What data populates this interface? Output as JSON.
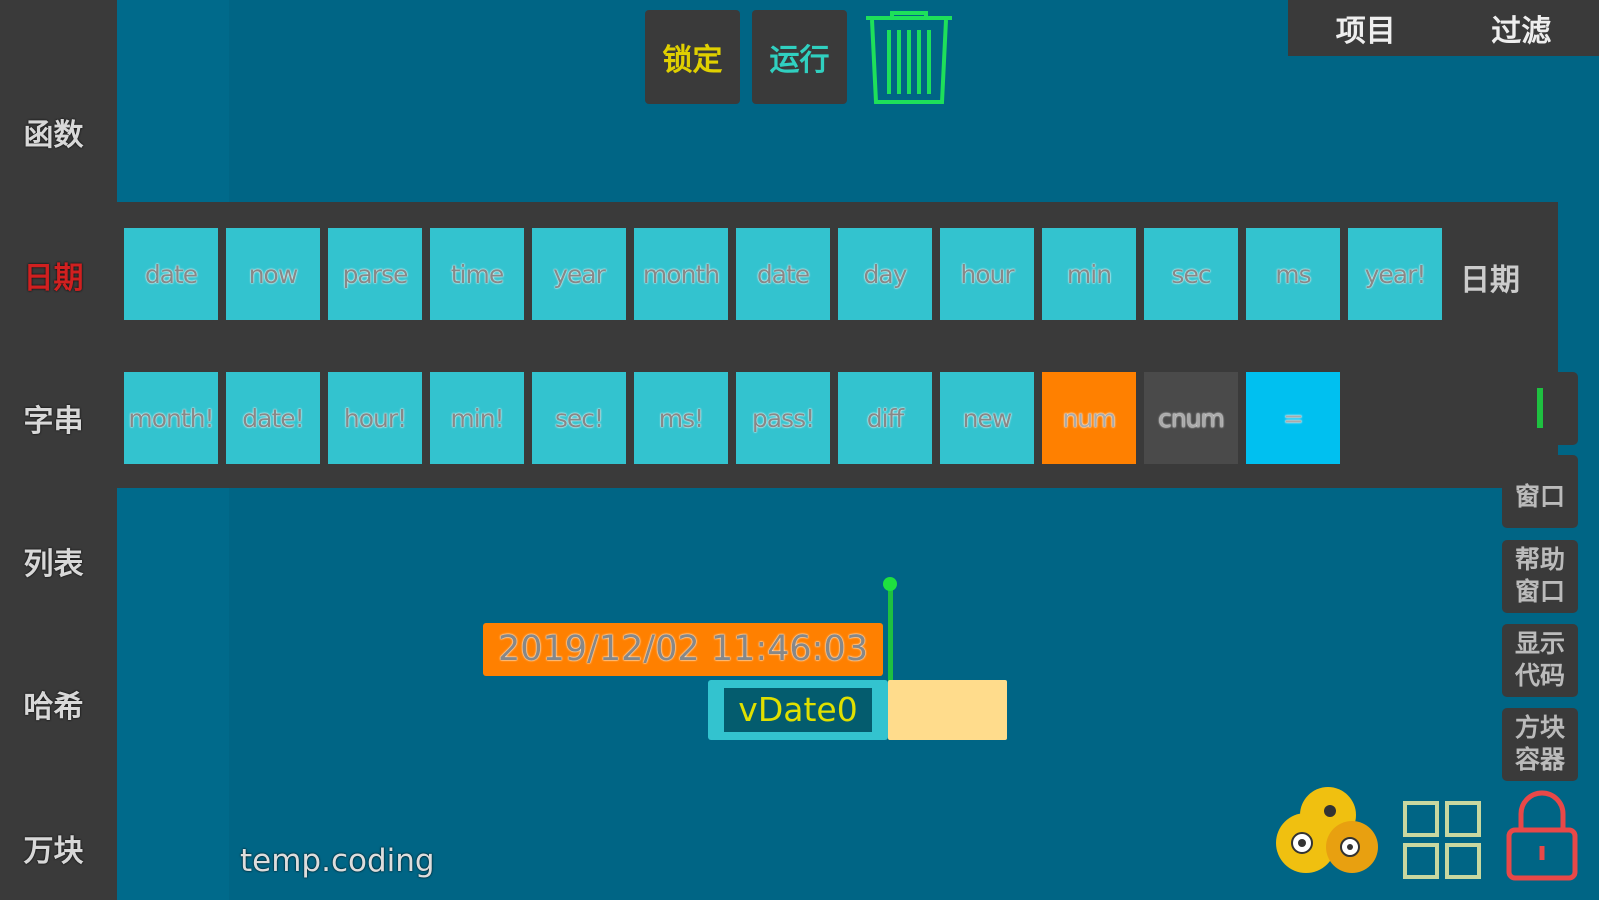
{
  "sidebar": {
    "items": [
      "函数",
      "日期",
      "字串",
      "列表",
      "哈希",
      "万块"
    ],
    "active": "日期"
  },
  "toolbar": {
    "lock": "锁定",
    "run": "运行"
  },
  "topright": {
    "project": "项目",
    "filter": "过滤"
  },
  "palette": {
    "category_label": "日期",
    "row1": [
      "date",
      "now",
      "parse",
      "time",
      "year",
      "month",
      "date",
      "day",
      "hour",
      "min",
      "sec",
      "ms",
      "year!"
    ],
    "row2": [
      {
        "label": "month!",
        "kind": "normal"
      },
      {
        "label": "date!",
        "kind": "normal"
      },
      {
        "label": "hour!",
        "kind": "normal"
      },
      {
        "label": "min!",
        "kind": "normal"
      },
      {
        "label": "sec!",
        "kind": "normal"
      },
      {
        "label": "ms!",
        "kind": "normal"
      },
      {
        "label": "pass!",
        "kind": "normal"
      },
      {
        "label": "diff",
        "kind": "normal"
      },
      {
        "label": "new",
        "kind": "normal"
      },
      {
        "label": "num",
        "kind": "orange"
      },
      {
        "label": "cnum",
        "kind": "dark"
      },
      {
        "label": "=",
        "kind": "blue"
      }
    ]
  },
  "canvas": {
    "date_value": "2019/12/02 11:46:03",
    "variable": "vDate0",
    "file": "temp.coding"
  },
  "right_panel": [
    "窗口",
    "帮助\n窗口",
    "显示\n代码",
    "方块\n容器"
  ],
  "colors": {
    "bg": "#006585",
    "panel": "#3a3a3a",
    "tile": "#33c3cf",
    "orange": "#ff8000",
    "blue": "#00c0f0",
    "active": "#d02020"
  }
}
